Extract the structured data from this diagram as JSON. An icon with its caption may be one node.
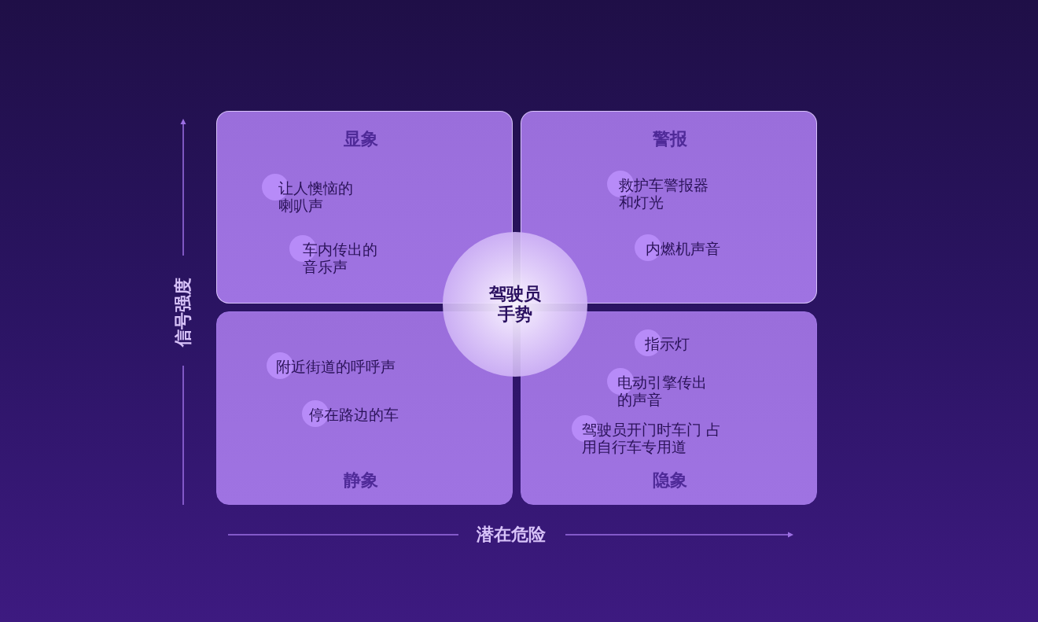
{
  "diagram": {
    "nodes": [
      {
        "text": [
          "显象"
        ]
      },
      {
        "text": [
          "让人懊恼的喇叭声"
        ],
        "in": 0
      },
      {
        "text": [
          "车内传出的音乐声"
        ],
        "in": 0
      },
      {
        "text": [
          "警报"
        ]
      },
      {
        "text": [
          "救护车警报器和灯光"
        ],
        "in": 3
      },
      {
        "text": [
          "内燃机声音"
        ],
        "in": 3
      },
      {
        "text": [
          "驾驶员手势"
        ]
      },
      {
        "text": [
          "静象"
        ]
      },
      {
        "text": [
          "附近街道的呼呼声"
        ],
        "in": 7
      },
      {
        "text": [
          "停在路边的车"
        ],
        "in": 7
      },
      {
        "text": [
          "隐象"
        ]
      },
      {
        "text": [
          "指示灯"
        ],
        "in": 10
      },
      {
        "text": [
          "电动引擎传出的声音"
        ],
        "in": 10
      },
      {
        "text": [
          "驾驶员开门时车门 占用自行车专用道"
        ],
        "in": 10
      }
    ],
    "labels": [
      "信号强度",
      "潜在危险"
    ]
  }
}
